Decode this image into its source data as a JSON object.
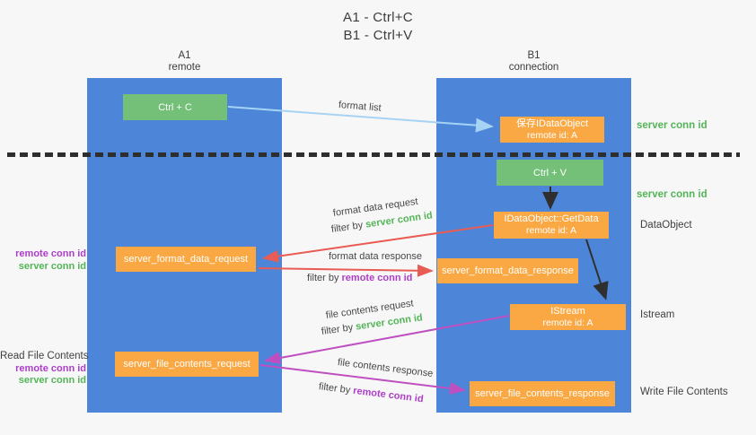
{
  "title": {
    "line1": "A1 - Ctrl+C",
    "line2": "B1 - Ctrl+V"
  },
  "lifelines": {
    "a1": {
      "name": "A1",
      "subtitle": "remote"
    },
    "b1": {
      "name": "B1",
      "subtitle": "connection"
    }
  },
  "nodes": {
    "ctrl_c": {
      "label": "Ctrl + C"
    },
    "ctrl_v": {
      "label": "Ctrl + V"
    },
    "save_idataobject": {
      "line1": "保存IDataObject",
      "line2": "remote id: A"
    },
    "idataobject_getdata": {
      "line1": "IDataObject::GetData",
      "line2": "remote id: A"
    },
    "istream": {
      "line1": "IStream",
      "line2": "remote id: A"
    },
    "server_format_data_request": {
      "label": "server_format_data_request"
    },
    "server_format_data_response": {
      "label": "server_format_data_response"
    },
    "server_file_contents_request": {
      "label": "server_file_contents_request"
    },
    "server_file_contents_response": {
      "label": "server_file_contents_response"
    }
  },
  "messages": {
    "format_list": "format list",
    "format_data_request": "format data request",
    "format_data_response": "format data response",
    "file_contents_request": "file contents request",
    "file_contents_response": "file contents response",
    "filter_by": "filter by",
    "server_conn_id": "server conn id",
    "remote_conn_id": "remote conn id"
  },
  "annotations": {
    "server_conn_id_top": "server conn id",
    "server_conn_id_mid": "server conn id",
    "dataobject": "DataObject",
    "istream": "Istream",
    "write_file_contents": "Write File Contents",
    "read_file_contents": "Read File Contents"
  },
  "colors": {
    "lifeline_blue": "#4d86d9",
    "box_green": "#74c078",
    "box_orange": "#f9a843",
    "arrow_light_blue": "#a6d3f3",
    "arrow_red": "#e85c55",
    "arrow_magenta": "#bf4fc0",
    "arrow_black": "#2f2f2f",
    "text_green": "#53b557",
    "text_purple": "#ae3ec9"
  }
}
